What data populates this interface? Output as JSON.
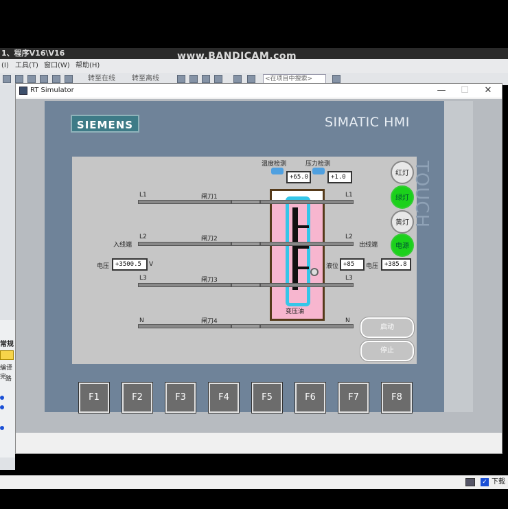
{
  "ide": {
    "title": "1、程序V16\\V16",
    "watermark": "www.BANDICAM.com",
    "menu": [
      "(I)",
      "工具(T)",
      "窗口(W)",
      "帮助(H)"
    ],
    "toolbar": {
      "go_online": "转至在线",
      "go_offline": "转至离线",
      "search_placeholder": "<在项目中搜索>"
    },
    "left_panel": {
      "tab": "常规",
      "row1": "编译完",
      "row2": "路"
    },
    "status_text": "下载"
  },
  "simulator": {
    "title": "RT Simulator",
    "window_buttons": {
      "minimize": "—",
      "maximize": "☐",
      "close": "✕"
    }
  },
  "hmi": {
    "brand": "SIEMENS",
    "model": "SIMATIC HMI",
    "touch_label": "TOUCH",
    "function_keys": [
      "F1",
      "F2",
      "F3",
      "F4",
      "F5",
      "F6",
      "F7",
      "F8"
    ]
  },
  "screen": {
    "temp_label": "温度检测",
    "pressure_label": "压力检测",
    "temp_value": "+65.0",
    "pressure_value": "+1.0",
    "lines": [
      {
        "left": "L1",
        "right": "L1",
        "switch": "闸刀1"
      },
      {
        "left": "L2",
        "right": "L2",
        "switch": "闸刀2"
      },
      {
        "left": "L3",
        "right": "L3",
        "switch": "闸刀3"
      },
      {
        "left": "N",
        "right": "N",
        "switch": "闸刀4"
      }
    ],
    "in_label": "入线端",
    "out_label": "出线端",
    "voltage_label": "电压",
    "voltage_in": "+3500.5",
    "voltage_unit": "V",
    "level_label": "液位",
    "level_value": "+85",
    "voltage_out_label": "电压",
    "voltage_out": "+385.8",
    "oil_label": "变压油",
    "lamps": [
      {
        "label": "红灯",
        "on": false
      },
      {
        "label": "绿灯",
        "on": true
      },
      {
        "label": "黄灯",
        "on": false
      },
      {
        "label": "电源",
        "on": true
      }
    ],
    "start_button": "启动",
    "stop_button": "停止"
  }
}
